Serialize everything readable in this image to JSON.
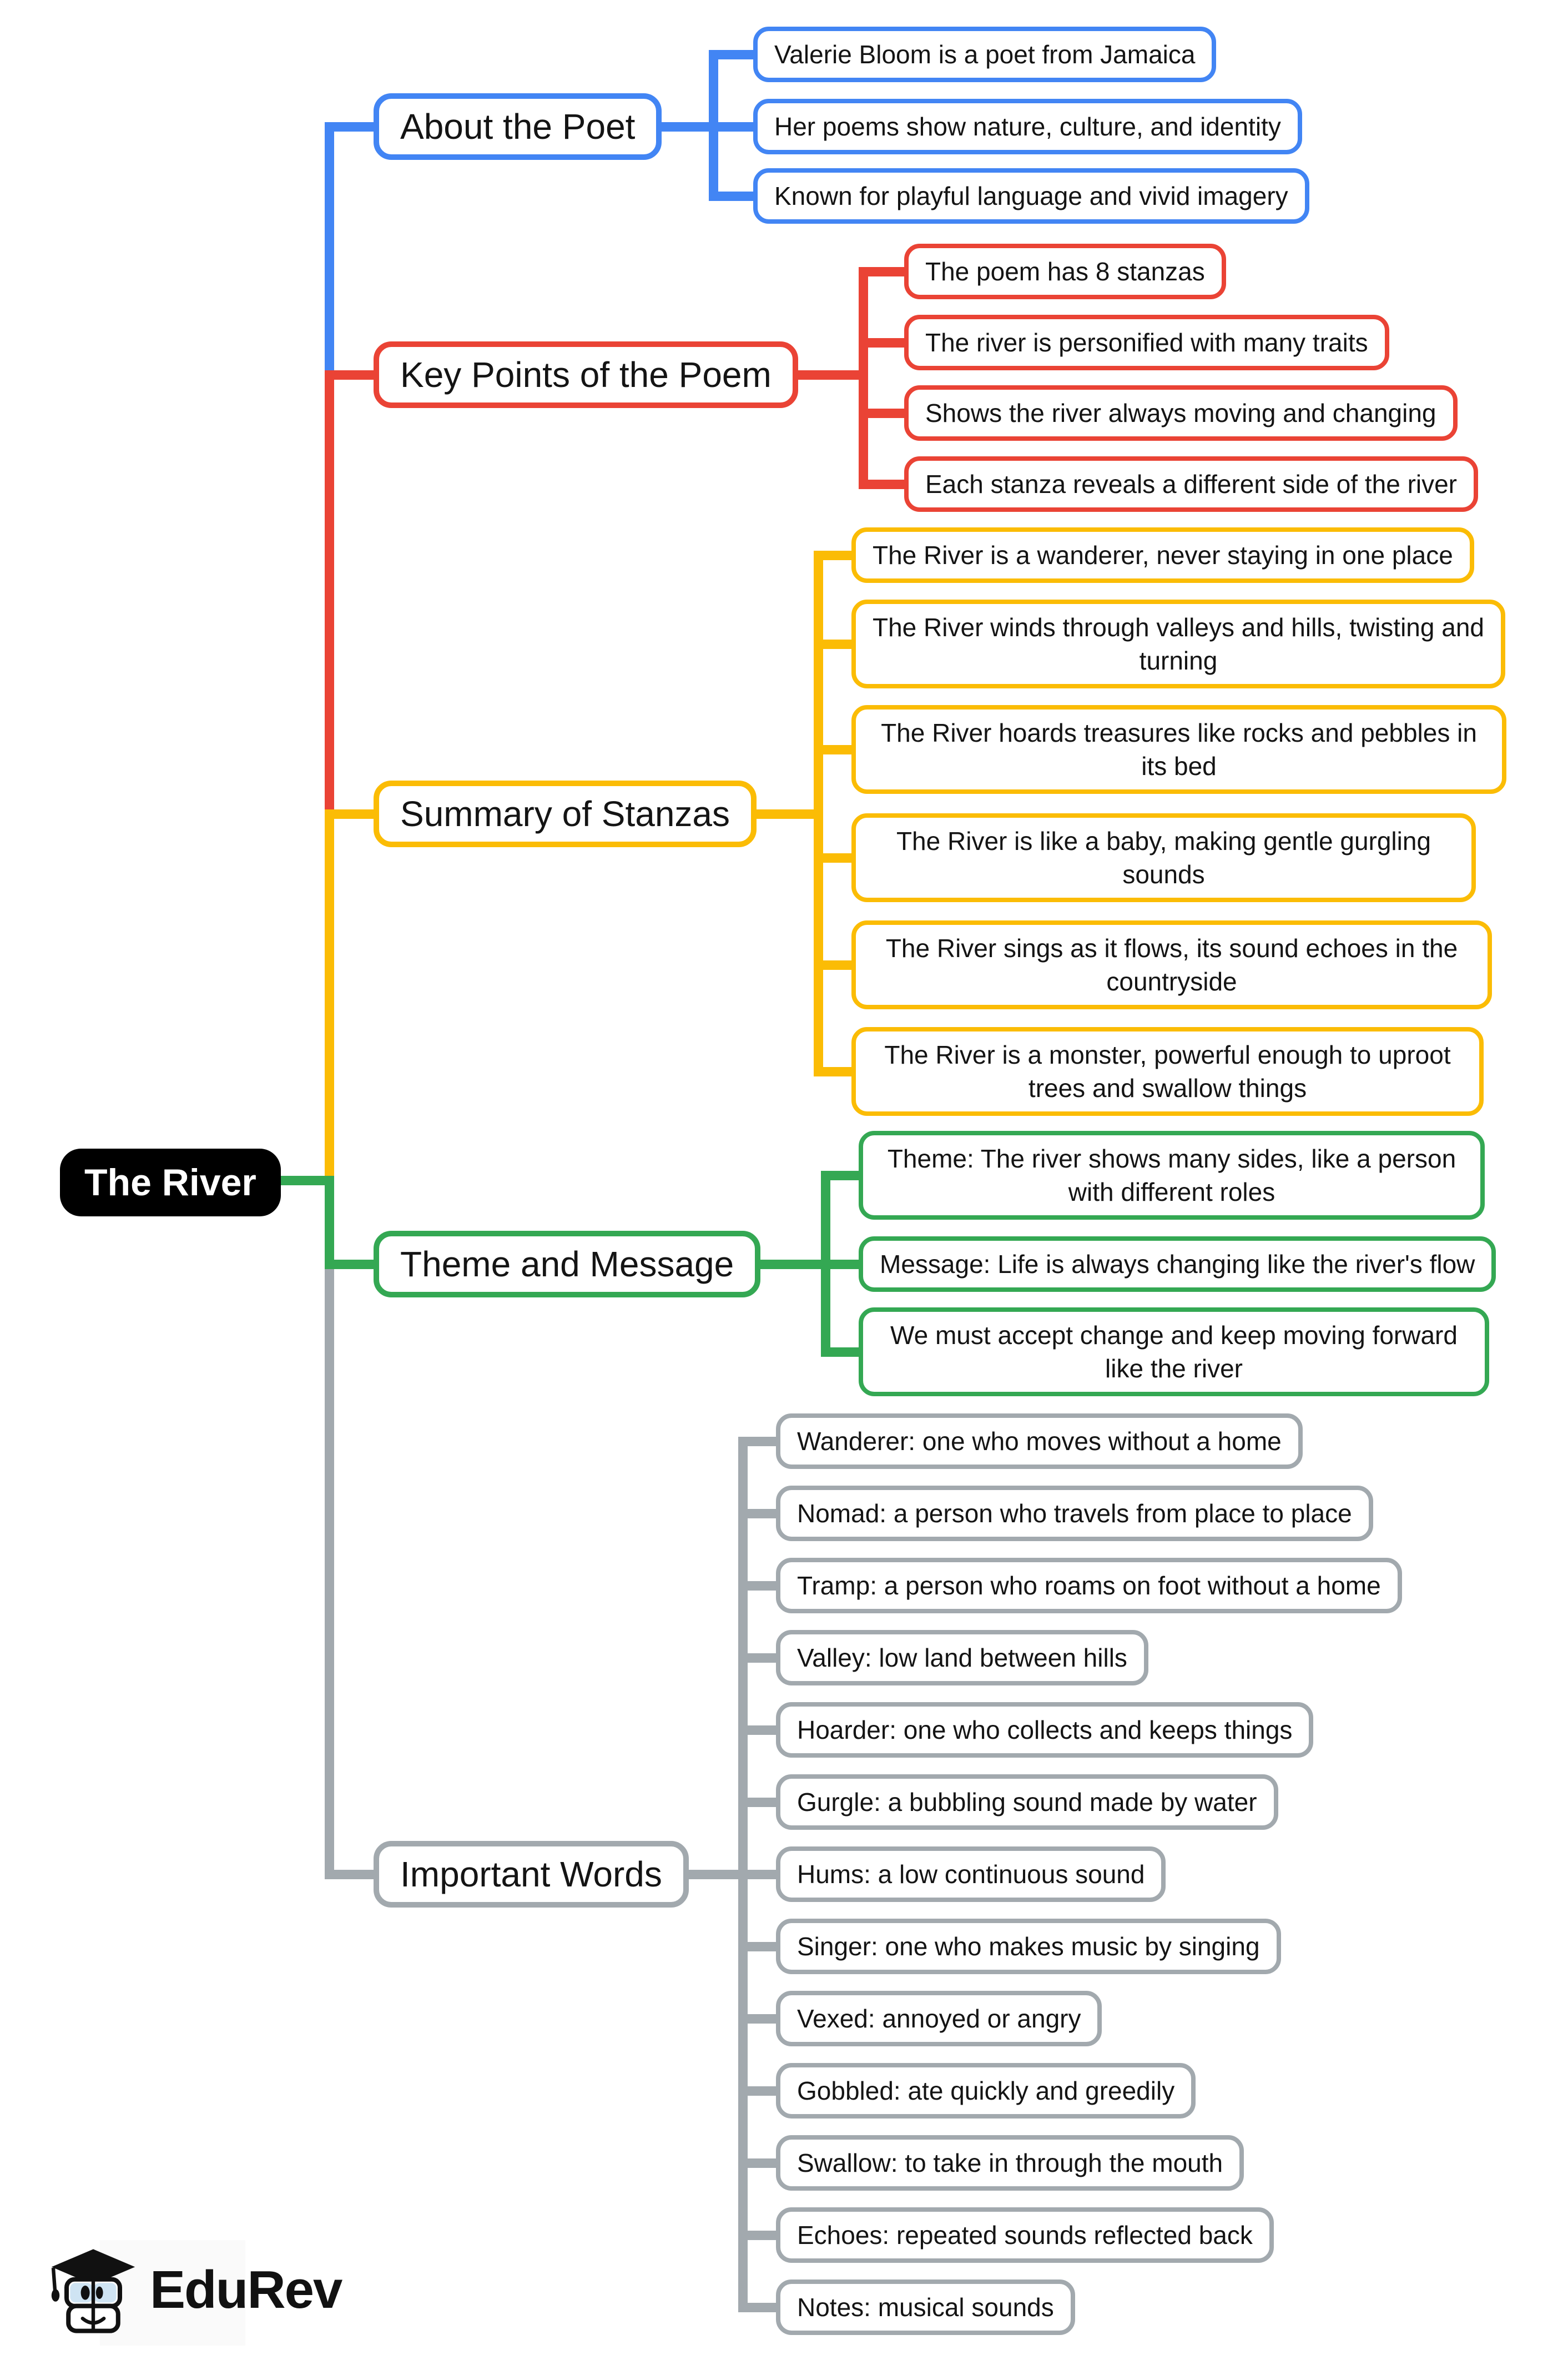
{
  "root": {
    "label": "The River",
    "bg_color": "#000000",
    "text_color": "#ffffff"
  },
  "branches": [
    {
      "id": "about-the-poet",
      "label": "About the Poet",
      "color": "#4285F4",
      "leaves": [
        "Valerie Bloom is a poet from Jamaica",
        "Her poems show nature, culture, and identity",
        "Known for playful language and vivid imagery"
      ]
    },
    {
      "id": "key-points-of-the-poem",
      "label": "Key Points of the Poem",
      "color": "#EA4335",
      "leaves": [
        "The poem has 8 stanzas",
        "The river is personified with many traits",
        "Shows the river always moving and changing",
        "Each stanza reveals a different side of the river"
      ]
    },
    {
      "id": "summary-of-stanzas",
      "label": "Summary of Stanzas",
      "color": "#FBBC05",
      "leaves": [
        "The River is a wanderer, never staying in one place",
        "The River winds through valleys and hills, twisting and turning",
        "The River hoards treasures like rocks and pebbles in its bed",
        "The River is like a baby, making gentle gurgling sounds",
        "The River sings as it flows, its sound echoes in the countryside",
        "The River is a monster, powerful enough to uproot trees and swallow things"
      ]
    },
    {
      "id": "theme-and-message",
      "label": "Theme and Message",
      "color": "#34A853",
      "leaves": [
        "Theme: The river shows many sides, like a person with different roles",
        "Message: Life is always changing like the river's flow",
        "We must accept change and keep moving forward like the river"
      ]
    },
    {
      "id": "important-words",
      "label": "Important Words",
      "color": "#A2A9AE",
      "leaves": [
        "Wanderer: one who moves without a home",
        "Nomad: a person who travels from place to place",
        "Tramp: a person who roams on foot without a home",
        "Valley: low land between hills",
        "Hoarder: one who collects and keeps things",
        "Gurgle: a bubbling sound made by water",
        "Hums: a low continuous sound",
        "Singer: one who makes music by singing",
        "Vexed: annoyed or angry",
        "Gobbled: ate quickly and greedily",
        "Swallow: to take in through the mouth",
        "Echoes: repeated sounds reflected back",
        "Notes: musical sounds"
      ]
    }
  ],
  "logo": {
    "brand": "EduRev"
  }
}
